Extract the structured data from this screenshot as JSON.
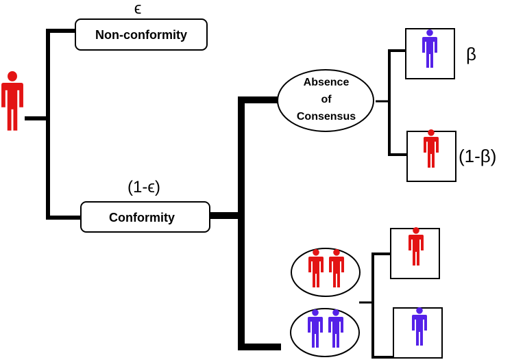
{
  "colors": {
    "red": "#e31414",
    "blue": "#5522e8",
    "line": "#000000",
    "background": "#ffffff"
  },
  "labels": {
    "epsilon": "ϵ",
    "non_conformity": "Non-conformity",
    "one_minus_epsilon": "(1-ϵ)",
    "conformity": "Conformity",
    "absence_line1": "Absence",
    "absence_line2": "of",
    "absence_line3": "Consensus",
    "beta": "β",
    "one_minus_beta": "(1-β)"
  },
  "icons": {
    "root_person": "person-icon-red",
    "beta_outcome": "person-icon-blue",
    "one_minus_beta_outcome": "person-icon-red",
    "red_consensus": "person-icon-red-pair",
    "blue_consensus": "person-icon-blue-pair",
    "red_consensus_outcome": "person-icon-red",
    "blue_consensus_outcome": "person-icon-blue"
  }
}
